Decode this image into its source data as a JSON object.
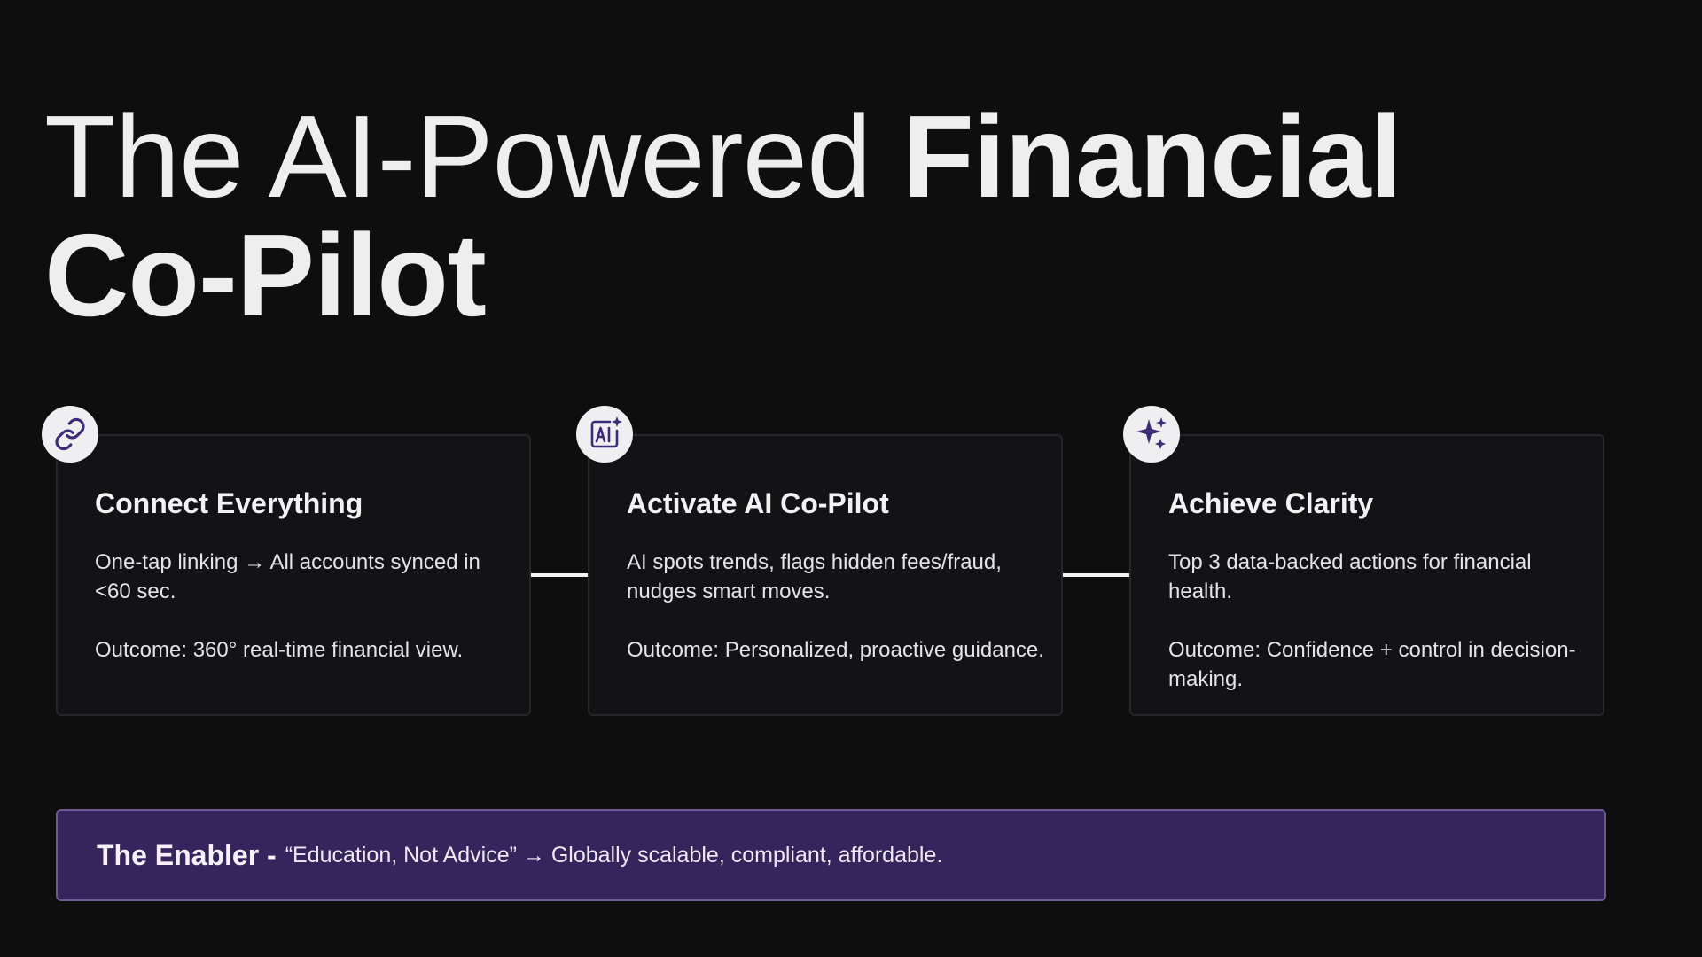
{
  "title": {
    "line1_light": "The AI-Powered ",
    "line1_bold": "Financial",
    "line2_bold": "Co-Pilot"
  },
  "colors": {
    "background": "#0e0e0f",
    "card_background": "#131316",
    "accent_purple": "#36255c",
    "icon_purple": "#3d2a78"
  },
  "steps": [
    {
      "icon": "link-icon",
      "title": "Connect Everything",
      "body": "One-tap linking → All accounts synced in <60 sec.",
      "outcome": "Outcome: 360° real-time financial view."
    },
    {
      "icon": "ai-sparkle-icon",
      "title": "Activate AI Co-Pilot",
      "body": "AI spots trends, flags hidden fees/fraud, nudges smart moves.",
      "outcome": "Outcome: Personalized, proactive guidance."
    },
    {
      "icon": "sparkles-icon",
      "title": "Achieve Clarity",
      "body": "Top 3 data-backed actions for financial health.",
      "outcome": "Outcome: Confidence + control in decision-making."
    }
  ],
  "enabler": {
    "label": "The Enabler - ",
    "text": "“Education, Not Advice” → Globally scalable, compliant, affordable."
  }
}
